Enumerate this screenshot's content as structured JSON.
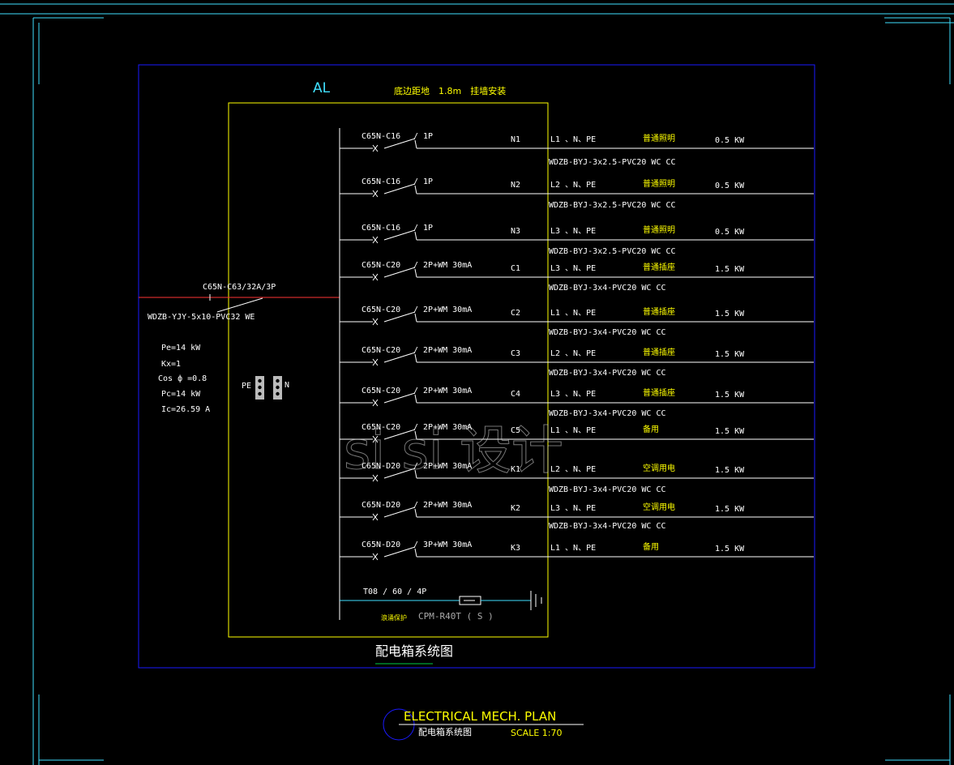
{
  "panel": {
    "name": "AL",
    "mount_note": "底边距地　1.8m　挂墙安装",
    "title": "配电箱系统图"
  },
  "incoming": {
    "breaker": "C65N-C63/32A/3P",
    "cable": "WDZB-YJY-5x10-PVC32  WE",
    "params": [
      "Pe=14 kW",
      "Kx=1",
      "Cos ф =0.8",
      "Pc=14     kW",
      "Ic=26.59      A"
    ]
  },
  "busbar": {
    "pe": "PE",
    "n": "N"
  },
  "circuits": [
    {
      "breaker": "C65N-C16",
      "poles": "/ 1P",
      "id": "N1",
      "phase": "L1 、N、PE",
      "use": "普通照明",
      "power": "0.5 KW",
      "cable": "WDZB-BYJ-3x2.5-PVC20  WC  CC"
    },
    {
      "breaker": "C65N-C16",
      "poles": "/ 1P",
      "id": "N2",
      "phase": "L2 、N、PE",
      "use": "普通照明",
      "power": "0.5 KW",
      "cable": "WDZB-BYJ-3x2.5-PVC20  WC  CC"
    },
    {
      "breaker": "C65N-C16",
      "poles": "/ 1P",
      "id": "N3",
      "phase": "L3 、N、PE",
      "use": "普通照明",
      "power": "0.5 KW",
      "cable": "WDZB-BYJ-3x2.5-PVC20  WC  CC"
    },
    {
      "breaker": "C65N-C20",
      "poles": "/ 2P+WM   30mA",
      "id": "C1",
      "phase": "L3 、N、PE",
      "use": "普通插座",
      "power": "1.5 KW",
      "cable": "WDZB-BYJ-3x4-PVC20  WC  CC"
    },
    {
      "breaker": "C65N-C20",
      "poles": "/ 2P+WM   30mA",
      "id": "C2",
      "phase": "L1 、N、PE",
      "use": "普通插座",
      "power": "1.5 KW",
      "cable": "WDZB-BYJ-3x4-PVC20  WC  CC"
    },
    {
      "breaker": "C65N-C20",
      "poles": "/ 2P+WM   30mA",
      "id": "C3",
      "phase": "L2 、N、PE",
      "use": "普通插座",
      "power": "1.5 KW",
      "cable": "WDZB-BYJ-3x4-PVC20  WC  CC"
    },
    {
      "breaker": "C65N-C20",
      "poles": "/ 2P+WM   30mA",
      "id": "C4",
      "phase": "L3 、N、PE",
      "use": "普通插座",
      "power": "1.5 KW",
      "cable": "WDZB-BYJ-3x4-PVC20  WC  CC"
    },
    {
      "breaker": "C65N-C20",
      "poles": "/ 2P+WM   30mA",
      "id": "C5",
      "phase": "L1 、N、PE",
      "use": "备用",
      "power": "1.5 KW",
      "cable": ""
    },
    {
      "breaker": "C65N-D20",
      "poles": "/ 2P+WM   30mA",
      "id": "K1",
      "phase": "L2 、N、PE",
      "use": "空调用电",
      "power": "1.5 KW",
      "cable": "WDZB-BYJ-3x4-PVC20  WC  CC"
    },
    {
      "breaker": "C65N-D20",
      "poles": "/ 2P+WM   30mA",
      "id": "K2",
      "phase": "L3 、N、PE",
      "use": "空调用电",
      "power": "1.5 KW",
      "cable": "WDZB-BYJ-3x4-PVC20  WC  CC"
    },
    {
      "breaker": "C65N-D20",
      "poles": "/ 3P+WM   30mA",
      "id": "K3",
      "phase": "L1 、N、PE",
      "use": "备用",
      "power": "1.5 KW",
      "cable": ""
    }
  ],
  "spd": {
    "label": "T08 / 60 / 4P",
    "model": "CPM-R40T  ( S )",
    "note": "浪涌保护"
  },
  "watermark": "si si 设计",
  "titleblock": {
    "heading": "ELECTRICAL  MECH.  PLAN",
    "subtitle": "配电箱系统图",
    "scale": "SCALE 1:70"
  },
  "colors": {
    "frame": "#40e0ff",
    "panel_border": "#1a1aff",
    "box": "#ffff00",
    "feed": "#ff3333",
    "line": "#ffffff"
  }
}
